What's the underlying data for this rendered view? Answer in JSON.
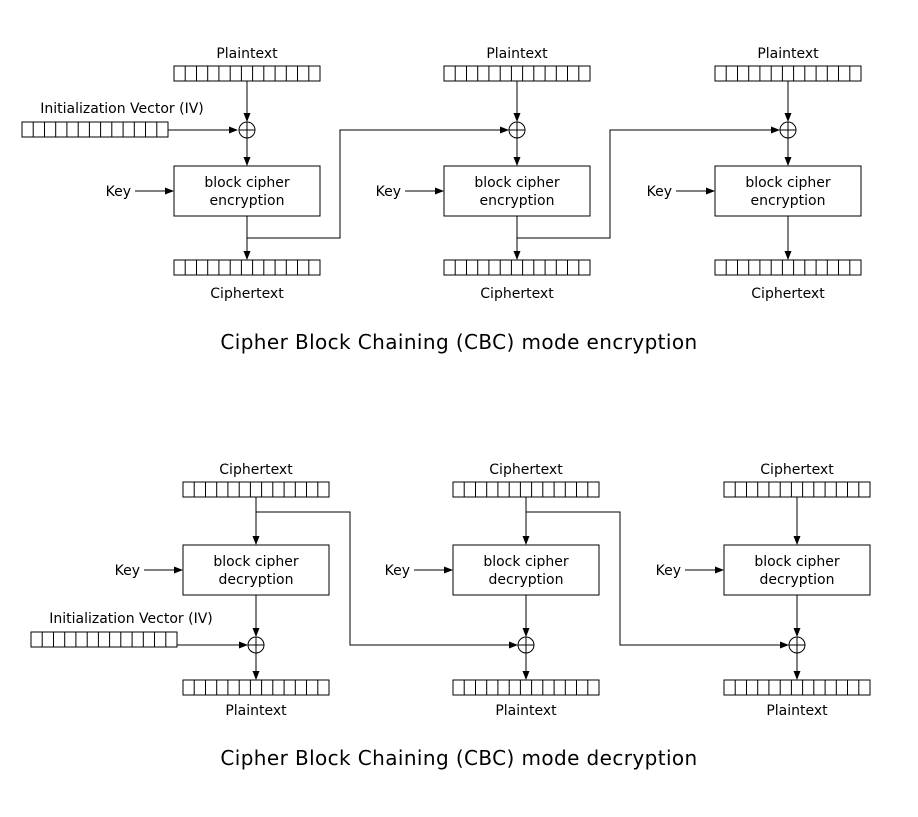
{
  "style": {
    "background": "#ffffff",
    "stroke": "#000000",
    "text_color": "#000000"
  },
  "symbols": {
    "xor_node": "⊕"
  },
  "encryption": {
    "caption": "Cipher Block Chaining (CBC) mode encryption",
    "top_label": "Plaintext",
    "bottom_label": "Ciphertext",
    "iv_label": "Initialization Vector (IV)",
    "key_label": "Key",
    "box_line1": "block cipher",
    "box_line2": "encryption",
    "block_count": 3
  },
  "decryption": {
    "caption": "Cipher Block Chaining (CBC) mode decryption",
    "top_label": "Ciphertext",
    "bottom_label": "Plaintext",
    "iv_label": "Initialization Vector (IV)",
    "key_label": "Key",
    "box_line1": "block cipher",
    "box_line2": "decryption",
    "block_count": 3
  }
}
